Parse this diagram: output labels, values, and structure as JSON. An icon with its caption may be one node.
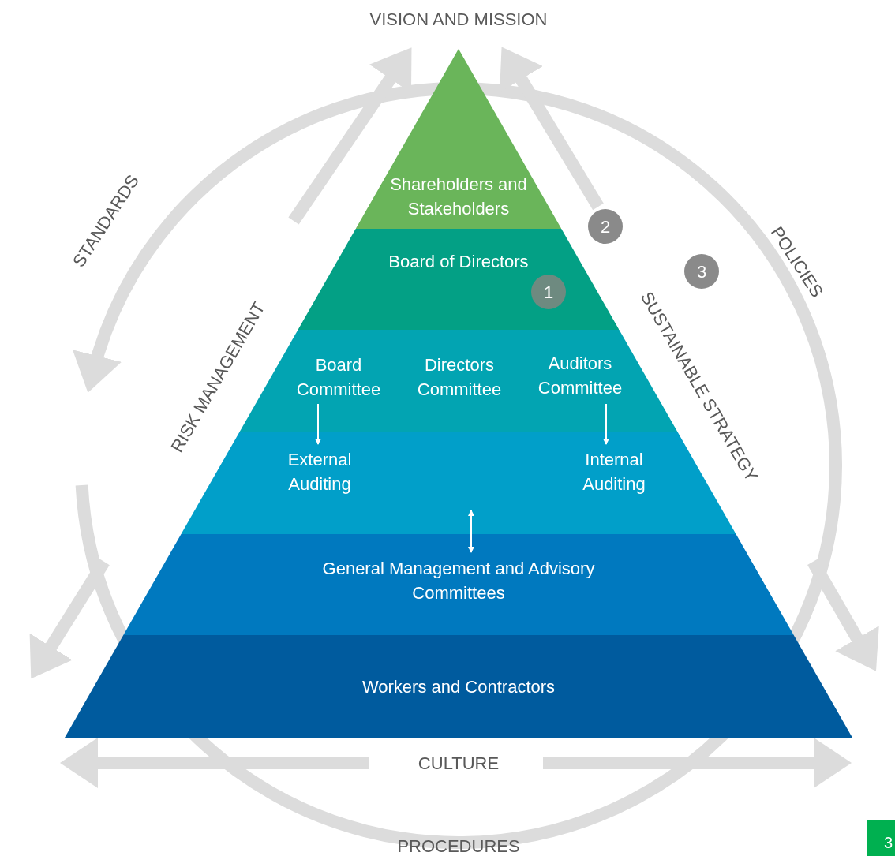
{
  "diagram": {
    "nodes": [
      {
        "text": [
          "Shareholders and Stakeholders"
        ]
      },
      {
        "text": [
          "Board of Directors"
        ]
      },
      {
        "text": [],
        "shape": "band"
      },
      {
        "text": [
          "Board Committee"
        ],
        "in": 2
      },
      {
        "text": [
          "Directors Committee"
        ],
        "in": 2
      },
      {
        "text": [
          "Auditors Committee"
        ],
        "in": 2
      },
      {
        "text": [],
        "shape": "band"
      },
      {
        "text": [
          "External Auditing"
        ],
        "in": 6
      },
      {
        "text": [
          "Internal Auditing"
        ],
        "in": 6
      },
      {
        "text": [
          "General Management and Advisory Committees"
        ]
      },
      {
        "text": [
          "Workers and Contractors"
        ]
      }
    ],
    "edges": [
      {
        "from": 3,
        "to": 7,
        "arrow": "to"
      },
      {
        "from": 5,
        "to": 8,
        "arrow": "to"
      },
      {
        "from": 6,
        "to": 9,
        "arrow": "both"
      }
    ],
    "labels": [
      "VISION AND MISSION",
      "STANDARDS",
      "2",
      "POLICIES",
      "3",
      "1",
      "RISK MANAGEMENT",
      "SUSTAINABLE STRATEGY",
      "CULTURE",
      "PROCEDURES",
      "3"
    ]
  }
}
